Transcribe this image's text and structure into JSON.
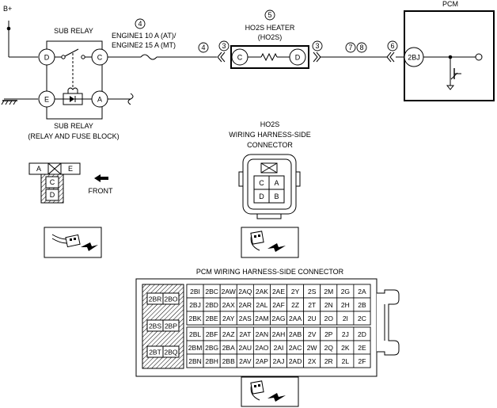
{
  "power": {
    "label": "B+"
  },
  "sub_relay": {
    "title": "SUB RELAY",
    "pins": {
      "d": "D",
      "c": "C",
      "e": "E",
      "a": "A"
    },
    "caption_line1": "SUB RELAY",
    "caption_line2": "(RELAY AND FUSE BLOCK)"
  },
  "fuse": {
    "callout": "4",
    "line1": "ENGINE1 10 A (AT)/",
    "line2": "ENGINE2 15 A (MT)"
  },
  "wire_callouts": {
    "left_of_fuse": "4",
    "left_of_heater": "3",
    "right_of_heater": "3",
    "mid_a": "7",
    "mid_b": "8",
    "pcm_side": "6"
  },
  "heater": {
    "callout": "5",
    "title": "HO2S HEATER",
    "subtitle": "(HO2S)",
    "pin_left": "C",
    "pin_right": "D"
  },
  "pcm": {
    "title": "PCM",
    "pin": "2BJ"
  },
  "relay_connector": {
    "pin_a": "A",
    "pin_e": "E",
    "pin_c": "C",
    "pin_d": "D",
    "front_label": "FRONT"
  },
  "ho2s_connector": {
    "title_line1": "HO2S",
    "title_line2": "WIRING HARNESS-SIDE",
    "title_line3": "CONNECTOR",
    "pins": {
      "c": "C",
      "a": "A",
      "d": "D",
      "b": "B"
    }
  },
  "pcm_connector": {
    "title": "PCM WIRING HARNESS-SIDE CONNECTOR",
    "left_pins": {
      "r1a": "2BR",
      "r1b": "2BO",
      "r2a": "2BS",
      "r2b": "2BP",
      "r3a": "2BT",
      "r3b": "2BQ"
    },
    "upper_rows": [
      [
        "2BI",
        "2BC",
        "2AW",
        "2AQ",
        "2AK",
        "2AE",
        "2Y",
        "2S",
        "2M",
        "2G",
        "2A"
      ],
      [
        "2BJ",
        "2BD",
        "2AX",
        "2AR",
        "2AL",
        "2AF",
        "2Z",
        "2T",
        "2N",
        "2H",
        "2B"
      ],
      [
        "2BK",
        "2BE",
        "2AY",
        "2AS",
        "2AM",
        "2AG",
        "2AA",
        "2U",
        "2O",
        "2I",
        "2C"
      ]
    ],
    "lower_rows": [
      [
        "2BL",
        "2BF",
        "2AZ",
        "2AT",
        "2AN",
        "2AH",
        "2AB",
        "2V",
        "2P",
        "2J",
        "2D"
      ],
      [
        "2BM",
        "2BG",
        "2BA",
        "2AU",
        "2AO",
        "2AI",
        "2AC",
        "2W",
        "2Q",
        "2K",
        "2E"
      ],
      [
        "2BN",
        "2BH",
        "2BB",
        "2AV",
        "2AP",
        "2AJ",
        "2AD",
        "2X",
        "2R",
        "2L",
        "2F"
      ]
    ]
  }
}
